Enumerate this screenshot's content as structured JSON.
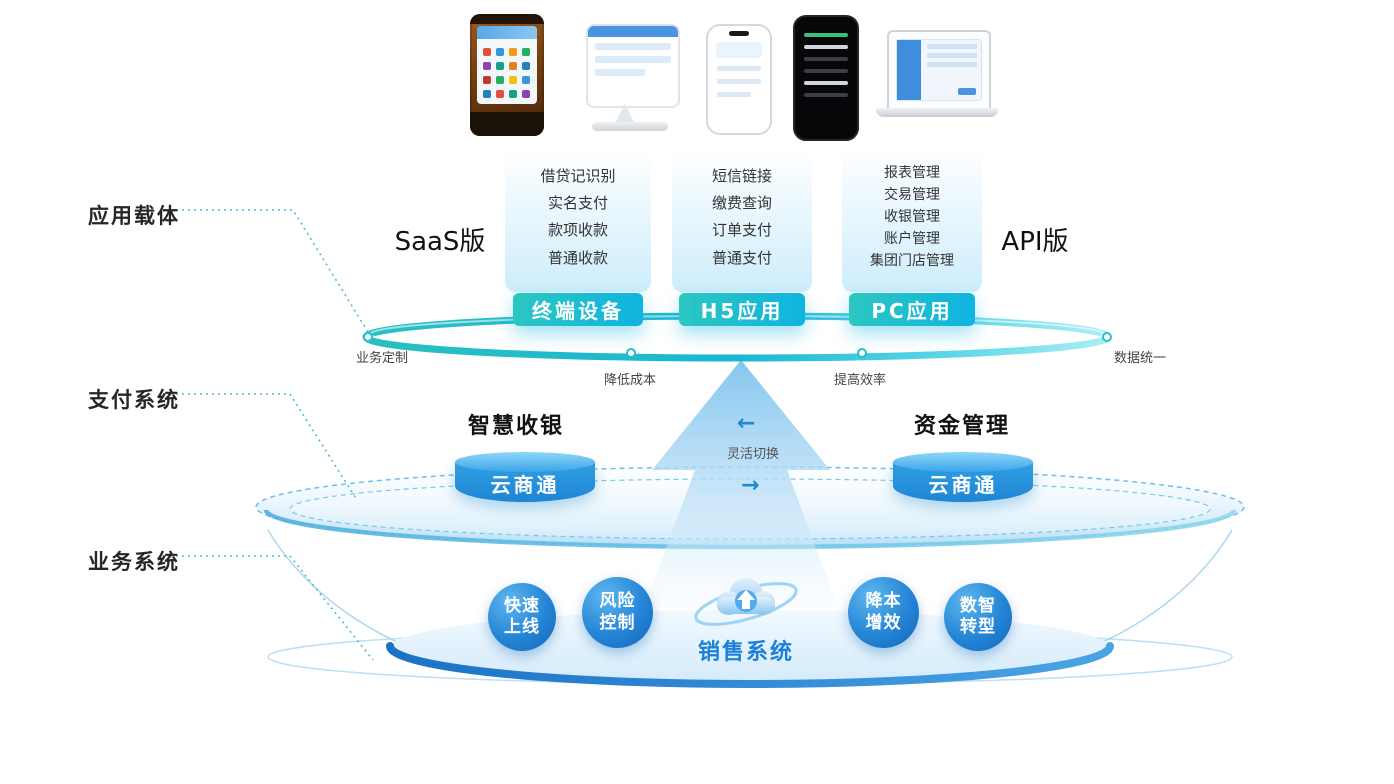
{
  "palette": {
    "teal": "#1fbdd1",
    "cyan_badge": "#17b6e0",
    "blue": "#1e88d0",
    "deep_blue": "#1266b8",
    "text_dark": "#262626"
  },
  "side_labels": [
    "应用载体",
    "支付系统",
    "业务系统"
  ],
  "app_layer": {
    "saas_label": "SaaS版",
    "api_label": "API版",
    "columns": [
      {
        "badge": "终端设备",
        "items": [
          "借贷记识别",
          "实名支付",
          "款项收款",
          "普通收款"
        ]
      },
      {
        "badge": "H5应用",
        "items": [
          "短信链接",
          "缴费查询",
          "订单支付",
          "普通支付"
        ]
      },
      {
        "badge": "PC应用",
        "items": [
          "报表管理",
          "交易管理",
          "收银管理",
          "账户管理",
          "集团门店管理"
        ]
      }
    ],
    "ring_labels": [
      "业务定制",
      "降低成本",
      "提高效率",
      "数据统一"
    ]
  },
  "payment_layer": {
    "left_title": "智慧收银",
    "left_cylinder": "云商通",
    "right_title": "资金管理",
    "right_cylinder": "云商通",
    "switch_label": "灵活切换",
    "arrow_left_icon": "←",
    "arrow_right_icon": "→"
  },
  "business_layer": {
    "center_label": "销售系统",
    "bubbles": [
      {
        "line1": "快速",
        "line2": "上线"
      },
      {
        "line1": "风险",
        "line2": "控制"
      },
      {
        "line1": "降本",
        "line2": "增效"
      },
      {
        "line1": "数智",
        "line2": "转型"
      }
    ]
  }
}
